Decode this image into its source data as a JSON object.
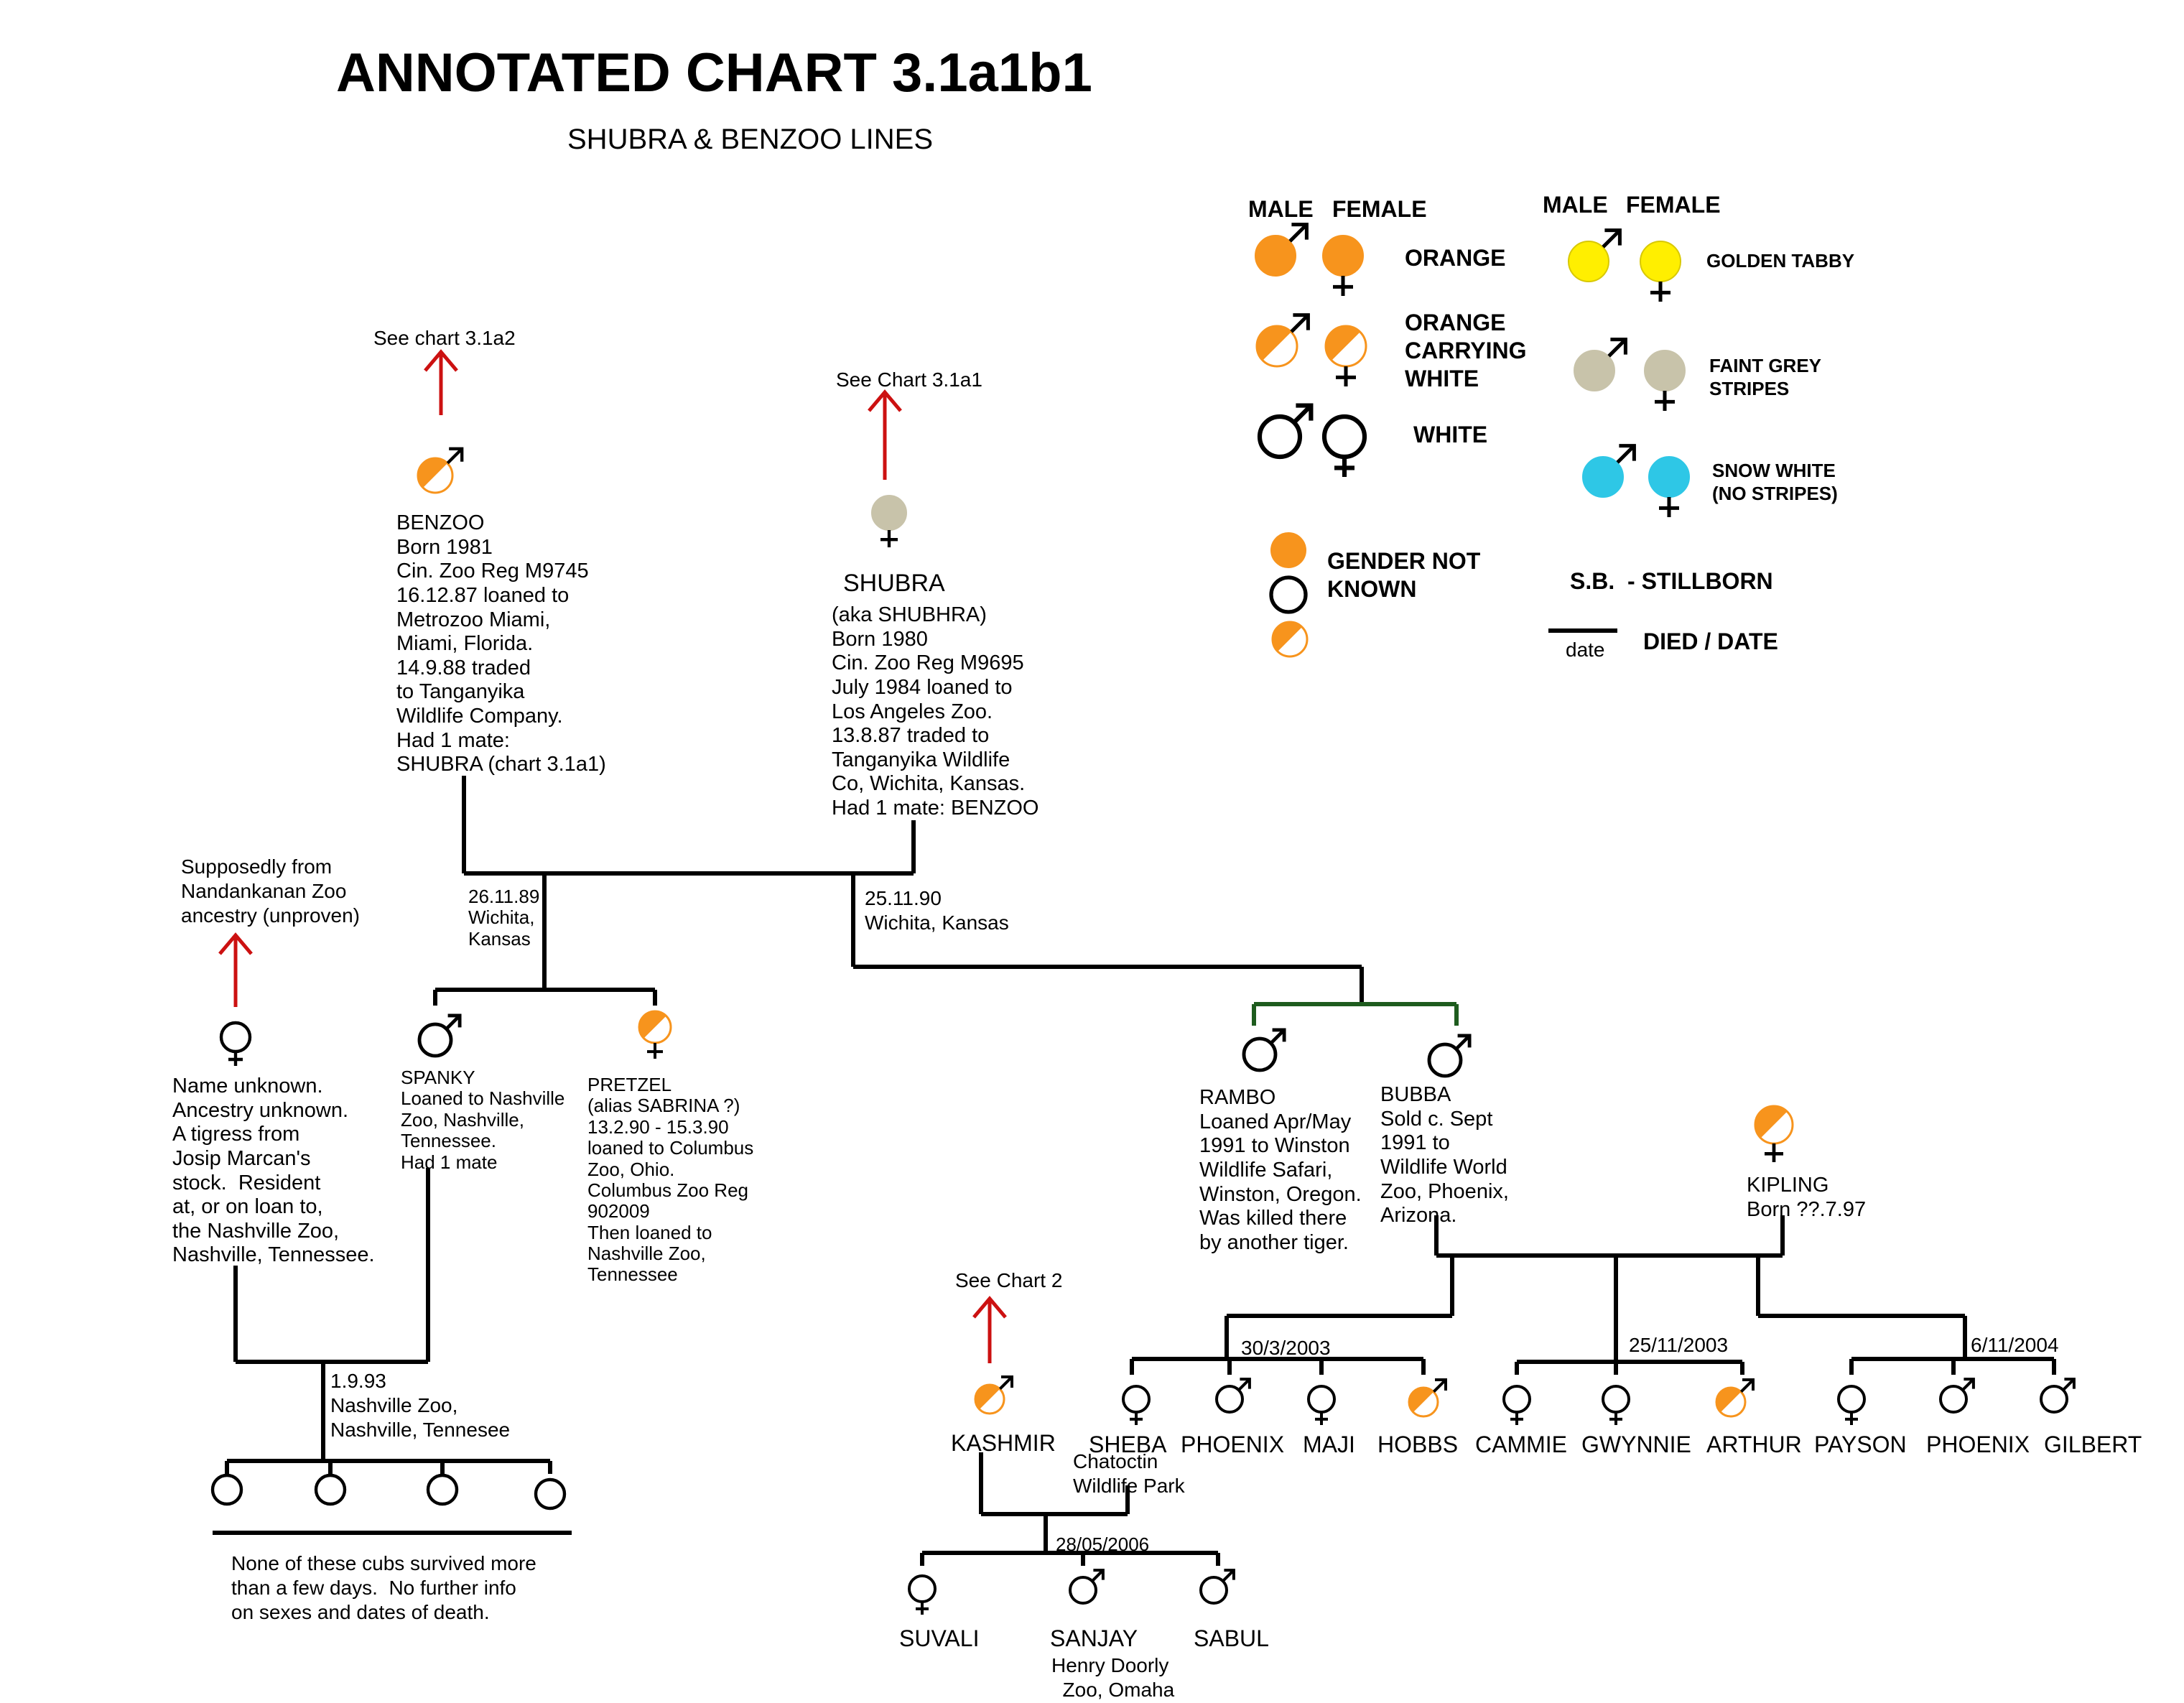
{
  "header": {
    "title": "ANNOTATED CHART 3.1a1b1",
    "subtitle": "SHUBRA & BENZOO LINES"
  },
  "colors": {
    "orange": "#f7941d",
    "golden_tabby": "#ffef00",
    "faint_grey": "#c8c3aa",
    "snow_white": "#2ec7e6",
    "arrow_red": "#cc1111",
    "line": "#000000",
    "green_line": "#1e5c1e"
  },
  "legend": {
    "male_header_1": "MALE",
    "female_header_1": "FEMALE",
    "male_header_2": "MALE",
    "female_header_2": "FEMALE",
    "orange": "ORANGE",
    "orange_carrying_white": "ORANGE\nCARRYING\nWHITE",
    "white": "WHITE",
    "golden_tabby": "GOLDEN TABBY",
    "faint_grey_stripes": "FAINT GREY\nSTRIPES",
    "snow_white": "SNOW WHITE\n(NO STRIPES)",
    "gender_not_known": "GENDER NOT\nKNOWN",
    "stillborn": "S.B.  - STILLBORN",
    "died_date_sample": "date",
    "died_date": "DIED / DATE"
  },
  "references": {
    "benzoo_ref": "See chart 3.1a2",
    "shubra_ref": "See Chart 3.1a1",
    "tigress_ref": "Supposedly from\nNandankanan Zoo\nancestry (unproven)",
    "kashmir_ref": "See Chart 2"
  },
  "individuals": {
    "benzoo": "BENZOO\nBorn 1981\nCin. Zoo Reg M9745\n16.12.87 loaned to\nMetrozoo Miami,\nMiami, Florida.\n14.9.88 traded\nto Tanganyika\nWildlife Company.\nHad 1 mate:\nSHUBRA (chart 3.1a1)",
    "shubra_name": "SHUBRA",
    "shubra": "(aka SHUBHRA)\nBorn 1980\nCin. Zoo Reg M9695\nJuly 1984 loaned to\nLos Angeles Zoo.\n13.8.87 traded to\nTanganyika Wildlife\nCo, Wichita, Kansas.\nHad 1 mate: BENZOO",
    "tigress": "Name unknown.\nAncestry unknown.\nA tigress from\nJosip Marcan's\nstock.  Resident\nat, or on loan to,\nthe Nashville Zoo,\nNashville, Tennessee.",
    "spanky": "SPANKY\nLoaned to Nashville\nZoo, Nashville,\nTennessee.\nHad 1 mate",
    "pretzel": "PRETZEL\n(alias SABRINA ?)\n13.2.90 - 15.3.90\nloaned to Columbus\nZoo, Ohio.\nColumbus Zoo Reg\n902009\nThen loaned to\nNashville Zoo,\nTennessee",
    "rambo": "RAMBO\nLoaned Apr/May\n1991 to Winston\nWildlife Safari,\nWinston, Oregon.\nWas killed there\nby another tiger.",
    "bubba": "BUBBA\nSold c. Sept\n1991 to\nWildlife World\nZoo, Phoenix,\nArizona.",
    "kipling": "KIPLING\nBorn ??.7.97",
    "kashmir": "KASHMIR",
    "chatoctin": "Chatoctin\nWildlife Park",
    "suvali": "SUVALI",
    "sanjay": "SANJAY",
    "sanjay_loc": "Henry Doorly\n  Zoo, Omaha",
    "sabul": "SABUL"
  },
  "litters": {
    "l1": "26.11.89\nWichita,\nKansas",
    "l2": "25.11.90\nWichita, Kansas",
    "l3": "1.9.93\nNashville Zoo,\nNashville, Tennesee",
    "l4": "30/3/2003",
    "l5": "25/11/2003",
    "l6": "6/11/2004",
    "l7": "28/05/2006"
  },
  "cubs": {
    "sheba": "SHEBA",
    "phoenix1": "PHOENIX",
    "maji": "MAJI",
    "hobbs": "HOBBS",
    "cammie": "CAMMIE",
    "gwynnie": "GWYNNIE",
    "arthur": "ARTHUR",
    "payson": "PAYSON",
    "phoenix2": "PHOENIX",
    "gilbert": "GILBERT"
  },
  "notes": {
    "unknown_cubs": "None of these cubs survived more\nthan a few days.  No further info\non sexes and dates of death."
  }
}
